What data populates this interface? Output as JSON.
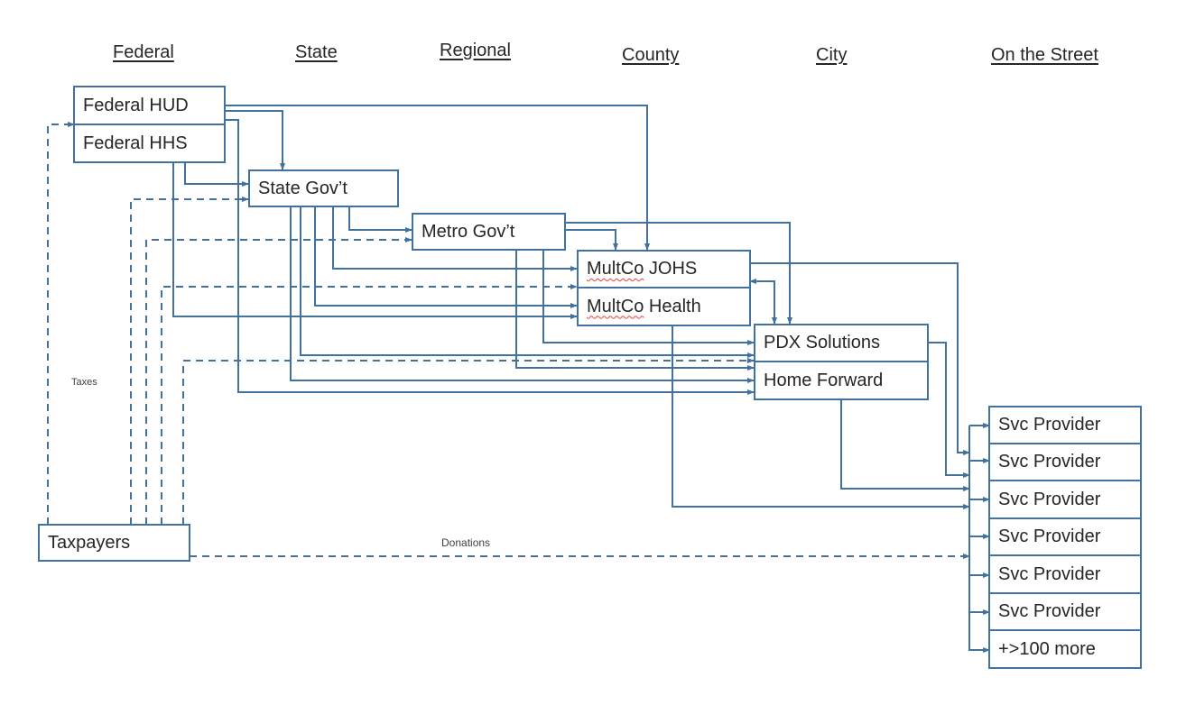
{
  "column_headers": {
    "federal": "Federal",
    "state": "State",
    "regional": "Regional",
    "county": "County",
    "city": "City",
    "street": "On the Street"
  },
  "nodes": {
    "federal_hud": "Federal HUD",
    "federal_hhs": "Federal HHS",
    "state_govt": "State Gov’t",
    "metro_govt": "Metro Gov’t",
    "multco_johs": {
      "flagged": "MultCo",
      "rest": " JOHS"
    },
    "multco_health": {
      "flagged": "MultCo",
      "rest": " Health"
    },
    "pdx_solutions": "PDX Solutions",
    "home_forward": "Home Forward",
    "taxpayers": "Taxpayers"
  },
  "service_providers": [
    "Svc Provider",
    "Svc Provider",
    "Svc Provider",
    "Svc Provider",
    "Svc Provider",
    "Svc Provider",
    "+>100 more"
  ],
  "edge_labels": {
    "taxes": "Taxes",
    "donations": "Donations"
  },
  "connections": [
    {
      "from": "Federal HUD",
      "to": "MultCo JOHS",
      "style": "solid"
    },
    {
      "from": "Federal HUD",
      "to": "State Gov't",
      "style": "solid"
    },
    {
      "from": "Federal HUD",
      "to": "Home Forward",
      "style": "solid"
    },
    {
      "from": "Federal HHS",
      "to": "MultCo Health",
      "style": "solid"
    },
    {
      "from": "Federal HHS",
      "to": "State Gov't",
      "style": "solid"
    },
    {
      "from": "State Gov't",
      "to": "Metro Gov't",
      "style": "solid"
    },
    {
      "from": "State Gov't",
      "to": "MultCo JOHS",
      "style": "solid"
    },
    {
      "from": "State Gov't",
      "to": "MultCo Health",
      "style": "solid"
    },
    {
      "from": "State Gov't",
      "to": "PDX Solutions",
      "style": "solid"
    },
    {
      "from": "State Gov't",
      "to": "Home Forward",
      "style": "solid"
    },
    {
      "from": "Metro Gov't",
      "to": "PDX Solutions",
      "style": "solid"
    },
    {
      "from": "Metro Gov't",
      "to": "Home Forward",
      "style": "solid"
    },
    {
      "from": "Metro Gov't",
      "to": "PDX Solutions",
      "style": "solid"
    },
    {
      "from": "Metro Gov't",
      "to": "MultCo JOHS",
      "style": "solid"
    },
    {
      "from": "MultCo JOHS",
      "to": "PDX Solutions",
      "style": "solid",
      "bidirectional": true
    },
    {
      "from": "MultCo JOHS",
      "to": "Svc Providers",
      "style": "solid"
    },
    {
      "from": "MultCo Health",
      "to": "Svc Providers",
      "style": "solid"
    },
    {
      "from": "PDX Solutions",
      "to": "Svc Providers",
      "style": "solid"
    },
    {
      "from": "Home Forward",
      "to": "Svc Providers",
      "style": "solid"
    },
    {
      "from": "Taxpayers",
      "to": "Federal HUD/HHS",
      "style": "dashed",
      "label": "Taxes"
    },
    {
      "from": "Taxpayers",
      "to": "State Gov't",
      "style": "dashed"
    },
    {
      "from": "Taxpayers",
      "to": "Metro Gov't",
      "style": "dashed"
    },
    {
      "from": "Taxpayers",
      "to": "MultCo JOHS/Health",
      "style": "dashed"
    },
    {
      "from": "Taxpayers",
      "to": "PDX Solutions/Home Forward",
      "style": "dashed"
    },
    {
      "from": "Taxpayers",
      "to": "Svc Providers",
      "style": "dashed",
      "label": "Donations"
    }
  ],
  "colors": {
    "line": "#41719c",
    "text": "#262626",
    "spellcheck_underline": "#e84040"
  }
}
